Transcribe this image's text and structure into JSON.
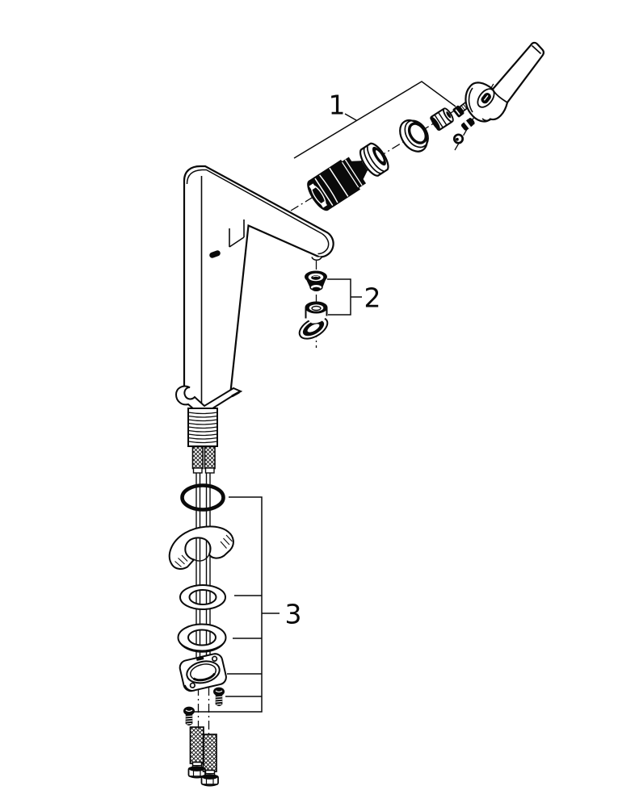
{
  "colors": {
    "background": "#ffffff",
    "ink": "#0a0a0a"
  },
  "callouts": {
    "one": {
      "label": "1"
    },
    "two": {
      "label": "2"
    },
    "three": {
      "label": "3"
    }
  }
}
